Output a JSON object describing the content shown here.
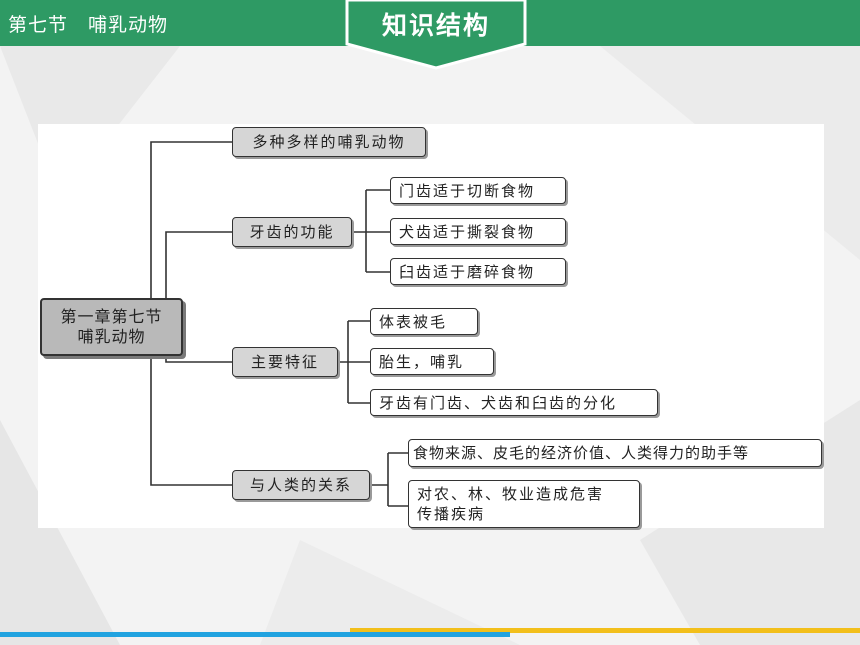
{
  "header": {
    "title": "第七节　哺乳动物",
    "tab": "知识结构",
    "color_bar": "#2e9a64"
  },
  "diagram": {
    "root": {
      "line1": "第一章第七节",
      "line2": "哺乳动物"
    },
    "branches": [
      {
        "label": "多种多样的哺乳动物",
        "children": []
      },
      {
        "label": "牙齿的功能",
        "children": [
          "门齿适于切断食物",
          "犬齿适于撕裂食物",
          "臼齿适于磨碎食物"
        ]
      },
      {
        "label": "主要特征",
        "children": [
          "体表被毛",
          "胎生，哺乳",
          "牙齿有门齿、犬齿和臼齿的分化"
        ]
      },
      {
        "label": "与人类的关系",
        "children": [
          "食物来源、皮毛的经济价值、人类得力的助手等",
          {
            "line1": "对农、林、牧业造成危害",
            "line2": "传播疾病"
          }
        ]
      }
    ]
  },
  "footer": {
    "color_blue": "#21a3e0",
    "color_yellow": "#f2bf1b"
  }
}
